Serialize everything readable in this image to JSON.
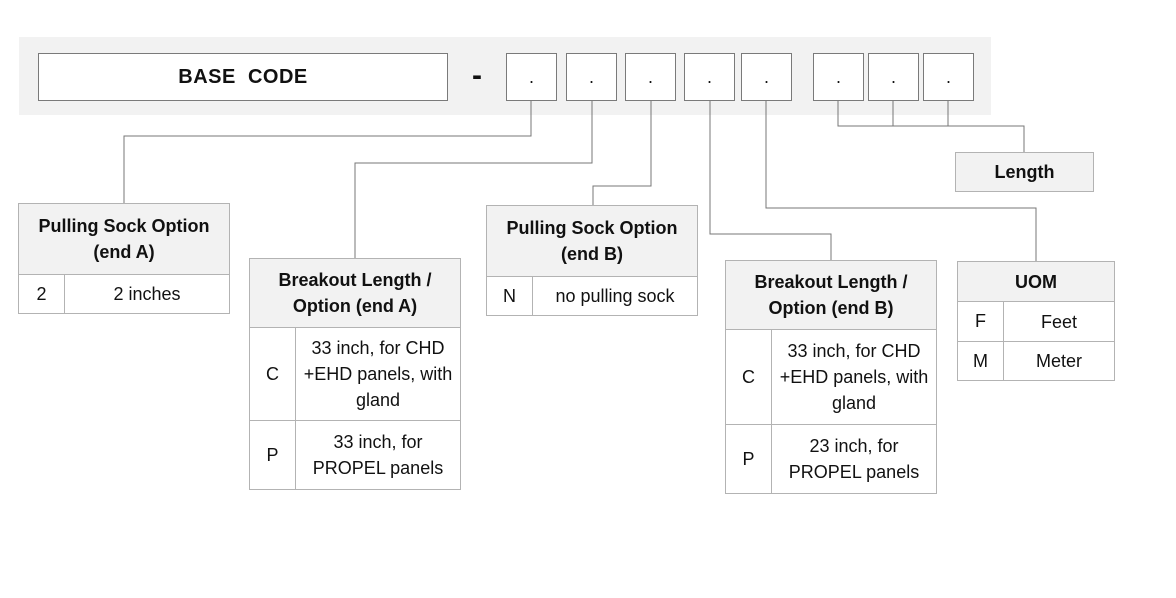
{
  "base_code": "BASE  CODE",
  "separator": "-",
  "segments": [
    ".",
    ".",
    ".",
    ".",
    ".",
    ".",
    ".",
    "."
  ],
  "length_label": "Length",
  "pulling_sock_a": {
    "title": "Pulling Sock Option (end A)",
    "rows": [
      {
        "code": "2",
        "desc": "2 inches"
      }
    ]
  },
  "breakout_a": {
    "title": "Breakout Length / Option (end A)",
    "rows": [
      {
        "code": "C",
        "desc": "33 inch, for CHD +EHD panels, with gland"
      },
      {
        "code": "P",
        "desc": "33 inch, for PROPEL panels"
      }
    ]
  },
  "pulling_sock_b": {
    "title": "Pulling Sock Option (end B)",
    "rows": [
      {
        "code": "N",
        "desc": "no pulling sock"
      }
    ]
  },
  "breakout_b": {
    "title": "Breakout Length / Option (end B)",
    "rows": [
      {
        "code": "C",
        "desc": "33 inch, for CHD +EHD panels, with gland"
      },
      {
        "code": "P",
        "desc": "23 inch, for PROPEL panels"
      }
    ]
  },
  "uom": {
    "title": "UOM",
    "rows": [
      {
        "code": "F",
        "desc": "Feet"
      },
      {
        "code": "M",
        "desc": "Meter"
      }
    ]
  }
}
